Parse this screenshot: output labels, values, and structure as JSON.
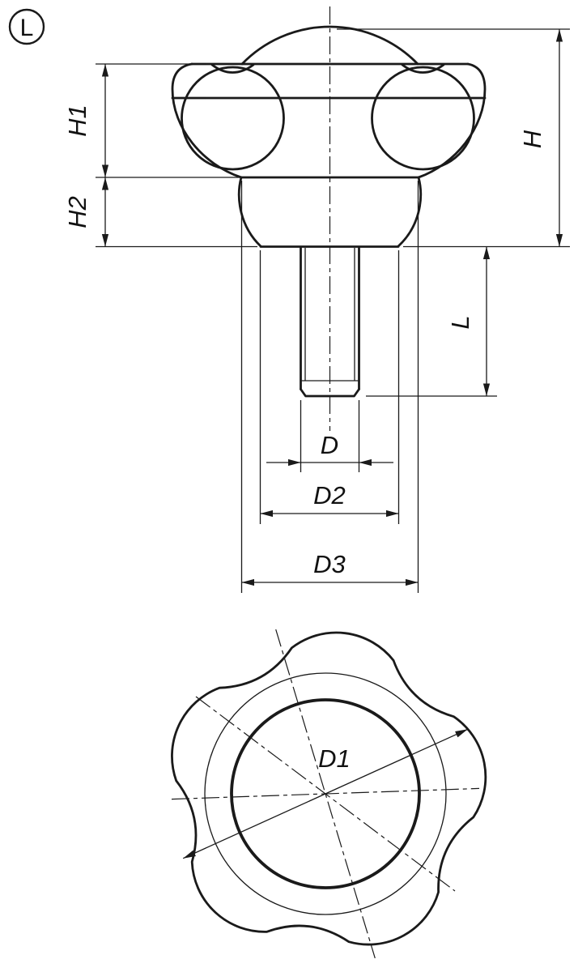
{
  "view_label": "L",
  "labels": {
    "h1": "H1",
    "h2": "H2",
    "h": "H",
    "l": "L",
    "d": "D",
    "d2": "D2",
    "d3": "D3",
    "d1": "D1"
  },
  "colors": {
    "line": "#1a1a1a",
    "background": "#ffffff"
  }
}
